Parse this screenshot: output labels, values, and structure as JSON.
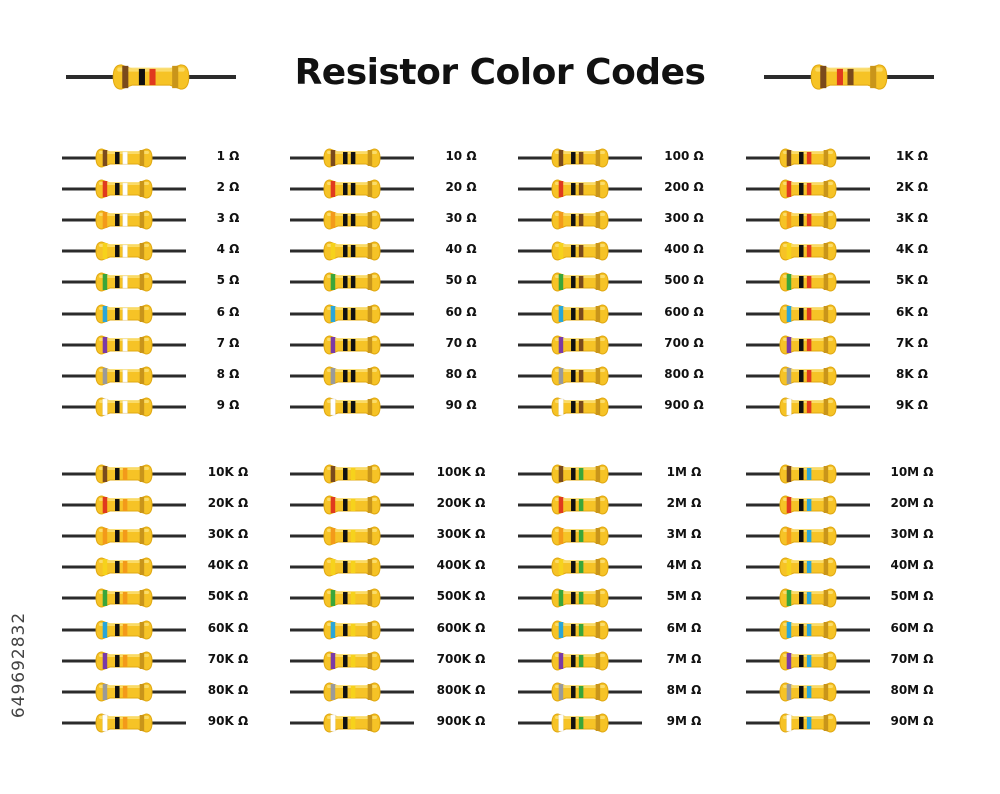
{
  "title": "Resistor Color Codes",
  "watermark_id": "649692832",
  "colors": {
    "body": "#f6c326",
    "body_edge": "#e0a812",
    "lead": "#2b2b2b",
    "band_gold": "#c9951a",
    "digits": {
      "0": "#111111",
      "1": "#7a4a1c",
      "2": "#e03a1e",
      "3": "#f39a1a",
      "4": "#f6d21c",
      "5": "#3aa63a",
      "6": "#2aa6d8",
      "7": "#7a3aa6",
      "8": "#9a9a9a",
      "9": "#ffffff"
    }
  },
  "hero_resistors": [
    {
      "bands": [
        "1",
        "0",
        "2"
      ]
    },
    {
      "bands": [
        "1",
        "2",
        "1"
      ]
    }
  ],
  "groups": [
    {
      "columns": [
        {
          "items": [
            {
              "label": "1 Ω",
              "bands": [
                "1",
                "0",
                "9"
              ]
            },
            {
              "label": "2 Ω",
              "bands": [
                "2",
                "0",
                "9"
              ]
            },
            {
              "label": "3 Ω",
              "bands": [
                "3",
                "0",
                "9"
              ]
            },
            {
              "label": "4 Ω",
              "bands": [
                "4",
                "0",
                "9"
              ]
            },
            {
              "label": "5 Ω",
              "bands": [
                "5",
                "0",
                "9"
              ]
            },
            {
              "label": "6 Ω",
              "bands": [
                "6",
                "0",
                "9"
              ]
            },
            {
              "label": "7 Ω",
              "bands": [
                "7",
                "0",
                "9"
              ]
            },
            {
              "label": "8 Ω",
              "bands": [
                "8",
                "0",
                "9"
              ]
            },
            {
              "label": "9 Ω",
              "bands": [
                "9",
                "0",
                "9"
              ]
            }
          ]
        },
        {
          "items": [
            {
              "label": "10 Ω",
              "bands": [
                "1",
                "0",
                "0"
              ]
            },
            {
              "label": "20 Ω",
              "bands": [
                "2",
                "0",
                "0"
              ]
            },
            {
              "label": "30 Ω",
              "bands": [
                "3",
                "0",
                "0"
              ]
            },
            {
              "label": "40 Ω",
              "bands": [
                "4",
                "0",
                "0"
              ]
            },
            {
              "label": "50 Ω",
              "bands": [
                "5",
                "0",
                "0"
              ]
            },
            {
              "label": "60 Ω",
              "bands": [
                "6",
                "0",
                "0"
              ]
            },
            {
              "label": "70 Ω",
              "bands": [
                "7",
                "0",
                "0"
              ]
            },
            {
              "label": "80 Ω",
              "bands": [
                "8",
                "0",
                "0"
              ]
            },
            {
              "label": "90 Ω",
              "bands": [
                "9",
                "0",
                "0"
              ]
            }
          ]
        },
        {
          "items": [
            {
              "label": "100 Ω",
              "bands": [
                "1",
                "0",
                "1"
              ]
            },
            {
              "label": "200 Ω",
              "bands": [
                "2",
                "0",
                "1"
              ]
            },
            {
              "label": "300 Ω",
              "bands": [
                "3",
                "0",
                "1"
              ]
            },
            {
              "label": "400 Ω",
              "bands": [
                "4",
                "0",
                "1"
              ]
            },
            {
              "label": "500 Ω",
              "bands": [
                "5",
                "0",
                "1"
              ]
            },
            {
              "label": "600 Ω",
              "bands": [
                "6",
                "0",
                "1"
              ]
            },
            {
              "label": "700 Ω",
              "bands": [
                "7",
                "0",
                "1"
              ]
            },
            {
              "label": "800 Ω",
              "bands": [
                "8",
                "0",
                "1"
              ]
            },
            {
              "label": "900 Ω",
              "bands": [
                "9",
                "0",
                "1"
              ]
            }
          ]
        },
        {
          "items": [
            {
              "label": "1K Ω",
              "bands": [
                "1",
                "0",
                "2"
              ]
            },
            {
              "label": "2K Ω",
              "bands": [
                "2",
                "0",
                "2"
              ]
            },
            {
              "label": "3K Ω",
              "bands": [
                "3",
                "0",
                "2"
              ]
            },
            {
              "label": "4K Ω",
              "bands": [
                "4",
                "0",
                "2"
              ]
            },
            {
              "label": "5K Ω",
              "bands": [
                "5",
                "0",
                "2"
              ]
            },
            {
              "label": "6K Ω",
              "bands": [
                "6",
                "0",
                "2"
              ]
            },
            {
              "label": "7K Ω",
              "bands": [
                "7",
                "0",
                "2"
              ]
            },
            {
              "label": "8K Ω",
              "bands": [
                "8",
                "0",
                "2"
              ]
            },
            {
              "label": "9K Ω",
              "bands": [
                "9",
                "0",
                "2"
              ]
            }
          ]
        }
      ]
    },
    {
      "columns": [
        {
          "items": [
            {
              "label": "10K Ω",
              "bands": [
                "1",
                "0",
                "3"
              ]
            },
            {
              "label": "20K Ω",
              "bands": [
                "2",
                "0",
                "3"
              ]
            },
            {
              "label": "30K Ω",
              "bands": [
                "3",
                "0",
                "3"
              ]
            },
            {
              "label": "40K Ω",
              "bands": [
                "4",
                "0",
                "3"
              ]
            },
            {
              "label": "50K Ω",
              "bands": [
                "5",
                "0",
                "3"
              ]
            },
            {
              "label": "60K Ω",
              "bands": [
                "6",
                "0",
                "3"
              ]
            },
            {
              "label": "70K Ω",
              "bands": [
                "7",
                "0",
                "3"
              ]
            },
            {
              "label": "80K Ω",
              "bands": [
                "8",
                "0",
                "3"
              ]
            },
            {
              "label": "90K Ω",
              "bands": [
                "9",
                "0",
                "3"
              ]
            }
          ]
        },
        {
          "items": [
            {
              "label": "100K Ω",
              "bands": [
                "1",
                "0",
                "4"
              ]
            },
            {
              "label": "200K Ω",
              "bands": [
                "2",
                "0",
                "4"
              ]
            },
            {
              "label": "300K Ω",
              "bands": [
                "3",
                "0",
                "4"
              ]
            },
            {
              "label": "400K Ω",
              "bands": [
                "4",
                "0",
                "4"
              ]
            },
            {
              "label": "500K Ω",
              "bands": [
                "5",
                "0",
                "4"
              ]
            },
            {
              "label": "600K Ω",
              "bands": [
                "6",
                "0",
                "4"
              ]
            },
            {
              "label": "700K Ω",
              "bands": [
                "7",
                "0",
                "4"
              ]
            },
            {
              "label": "800K Ω",
              "bands": [
                "8",
                "0",
                "4"
              ]
            },
            {
              "label": "900K Ω",
              "bands": [
                "9",
                "0",
                "4"
              ]
            }
          ]
        },
        {
          "items": [
            {
              "label": "1M Ω",
              "bands": [
                "1",
                "0",
                "5"
              ]
            },
            {
              "label": "2M Ω",
              "bands": [
                "2",
                "0",
                "5"
              ]
            },
            {
              "label": "3M Ω",
              "bands": [
                "3",
                "0",
                "5"
              ]
            },
            {
              "label": "4M Ω",
              "bands": [
                "4",
                "0",
                "5"
              ]
            },
            {
              "label": "5M Ω",
              "bands": [
                "5",
                "0",
                "5"
              ]
            },
            {
              "label": "6M Ω",
              "bands": [
                "6",
                "0",
                "5"
              ]
            },
            {
              "label": "7M Ω",
              "bands": [
                "7",
                "0",
                "5"
              ]
            },
            {
              "label": "8M Ω",
              "bands": [
                "8",
                "0",
                "5"
              ]
            },
            {
              "label": "9M Ω",
              "bands": [
                "9",
                "0",
                "5"
              ]
            }
          ]
        },
        {
          "items": [
            {
              "label": "10M Ω",
              "bands": [
                "1",
                "0",
                "6"
              ]
            },
            {
              "label": "20M Ω",
              "bands": [
                "2",
                "0",
                "6"
              ]
            },
            {
              "label": "30M Ω",
              "bands": [
                "3",
                "0",
                "6"
              ]
            },
            {
              "label": "40M Ω",
              "bands": [
                "4",
                "0",
                "6"
              ]
            },
            {
              "label": "50M Ω",
              "bands": [
                "5",
                "0",
                "6"
              ]
            },
            {
              "label": "60M Ω",
              "bands": [
                "6",
                "0",
                "6"
              ]
            },
            {
              "label": "70M Ω",
              "bands": [
                "7",
                "0",
                "6"
              ]
            },
            {
              "label": "80M Ω",
              "bands": [
                "8",
                "0",
                "6"
              ]
            },
            {
              "label": "90M Ω",
              "bands": [
                "9",
                "0",
                "6"
              ]
            }
          ]
        }
      ]
    }
  ]
}
